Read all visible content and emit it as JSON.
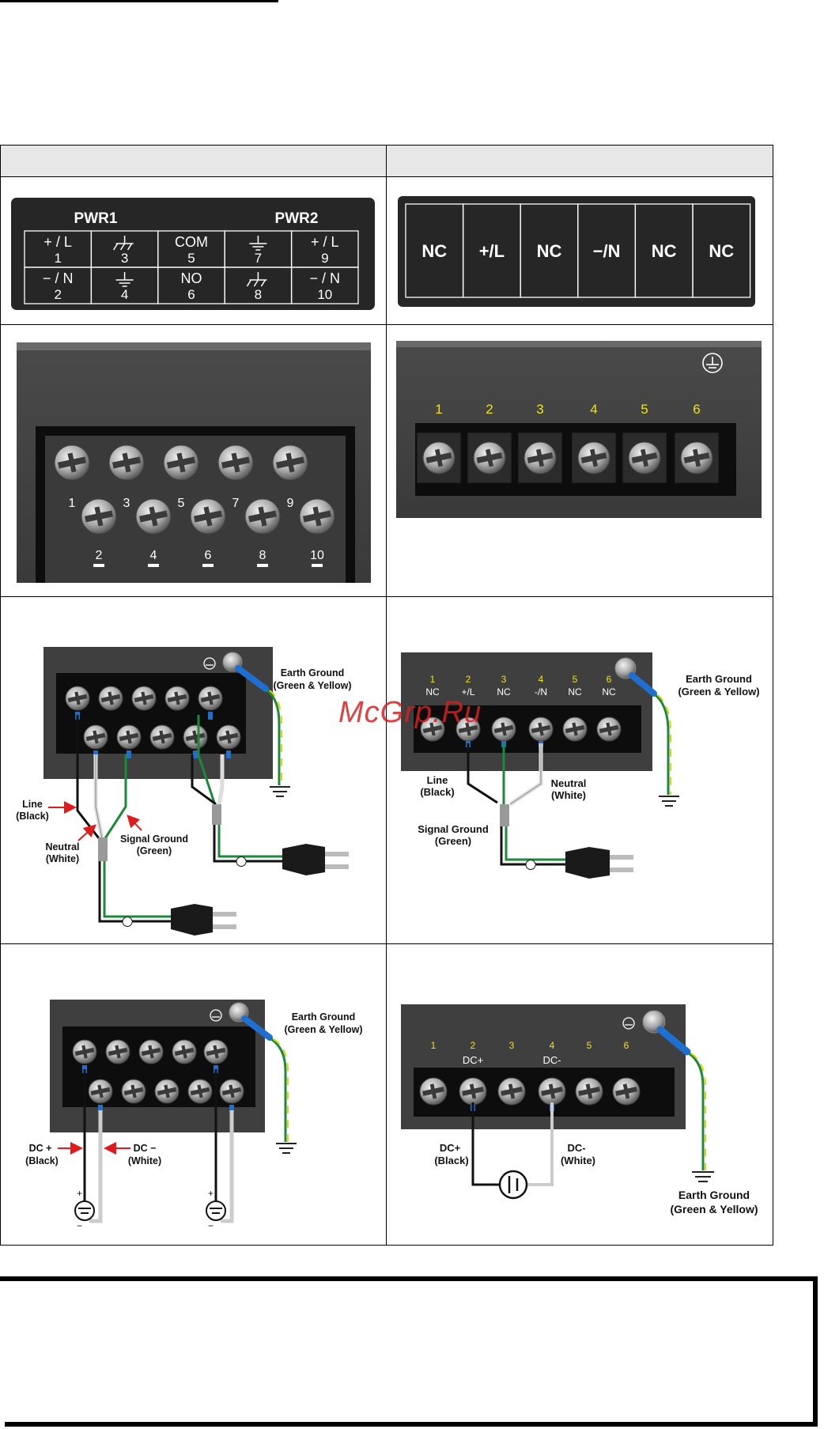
{
  "pwr_label_panel": {
    "pwr1": "PWR1",
    "pwr2": "PWR2",
    "cells": [
      {
        "top": "+ / L",
        "num": "1"
      },
      {
        "top": "",
        "num": "3",
        "icon": "chassis-ground-icon"
      },
      {
        "top": "COM",
        "num": "5"
      },
      {
        "top": "",
        "num": "7",
        "icon": "earth-ground-icon"
      },
      {
        "top": "+ / L",
        "num": "9"
      },
      {
        "top": "− / N",
        "num": "2"
      },
      {
        "top": "",
        "num": "4",
        "icon": "earth-ground-icon"
      },
      {
        "top": "NO",
        "num": "6"
      },
      {
        "top": "",
        "num": "8",
        "icon": "chassis-ground-icon"
      },
      {
        "top": "− / N",
        "num": "10"
      }
    ]
  },
  "nc_label_panel": {
    "cells": [
      "NC",
      "+/L",
      "NC",
      "−/N",
      "NC",
      "NC"
    ]
  },
  "terminal_block_10": {
    "top_numbers": [
      "1",
      "3",
      "5",
      "7",
      "9"
    ],
    "bottom_numbers": [
      "2",
      "4",
      "6",
      "8",
      "10"
    ]
  },
  "terminal_block_6": {
    "numbers": [
      "1",
      "2",
      "3",
      "4",
      "5",
      "6"
    ]
  },
  "ac_wiring_10": {
    "earth_ground": "Earth Ground",
    "earth_ground_colors": "(Green & Yellow)",
    "line": "Line",
    "line_color": "(Black)",
    "neutral": "Neutral",
    "neutral_color": "(White)",
    "signal_ground": "Signal Ground",
    "signal_ground_color": "(Green)"
  },
  "ac_wiring_6": {
    "numbers": [
      "1",
      "2",
      "3",
      "4",
      "5",
      "6"
    ],
    "functions": [
      "NC",
      "+/L",
      "NC",
      "-/N",
      "NC",
      "NC"
    ],
    "earth_ground": "Earth Ground",
    "earth_ground_colors": "(Green & Yellow)",
    "line": "Line",
    "line_color": "(Black)",
    "neutral": "Neutral",
    "neutral_color": "(White)",
    "signal_ground": "Signal Ground",
    "signal_ground_color": "(Green)"
  },
  "dc_wiring_10": {
    "earth_ground": "Earth Ground",
    "earth_ground_colors": "(Green & Yellow)",
    "dc_plus": "DC +",
    "dc_plus_color": "(Black)",
    "dc_minus": "DC −",
    "dc_minus_color": "(White)"
  },
  "dc_wiring_6": {
    "numbers": [
      "1",
      "2",
      "3",
      "4",
      "5",
      "6"
    ],
    "dc_plus_top": "DC+",
    "dc_minus_top": "DC-",
    "dc_plus": "DC+",
    "dc_plus_color": "(Black)",
    "dc_minus": "DC-",
    "dc_minus_color": "(White)",
    "earth_ground": "Earth Ground",
    "earth_ground_colors": "(Green & Yellow)"
  },
  "watermark": "McGrp.Ru",
  "colors": {
    "panel_dark": "#3c3c3c",
    "block_black": "#111111",
    "label_yellow": "#f2e21a",
    "wire_green": "#1c8a3a",
    "wire_blue": "#1f6fd1",
    "wire_yellow": "#d8d21a",
    "arrow_red": "#e01b1b"
  }
}
